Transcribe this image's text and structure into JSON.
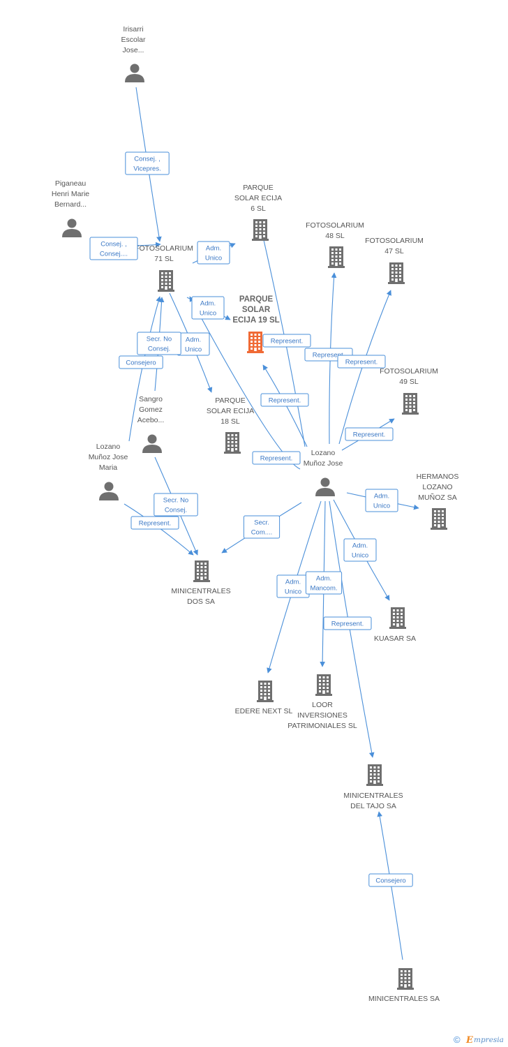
{
  "colors": {
    "edge": "#4a8fd9",
    "building": "#6f6f6f",
    "building_highlight": "#f06a35",
    "person": "#6f6f6f",
    "label": "#555555",
    "rel_text": "#3b78c5"
  },
  "nodes": [
    {
      "id": "irisarri",
      "kind": "person",
      "label_lines": [
        "Irisarri",
        "Escolar",
        "Jose..."
      ]
    },
    {
      "id": "piganeau",
      "kind": "person",
      "label_lines": [
        "Piganeau",
        "Henri Marie",
        "Bernard..."
      ]
    },
    {
      "id": "foto71",
      "kind": "company",
      "label_lines": [
        "FOTOSOLARIUM",
        "71 SL"
      ]
    },
    {
      "id": "parque6",
      "kind": "company",
      "label_lines": [
        "PARQUE",
        "SOLAR ECIJA",
        "6 SL"
      ]
    },
    {
      "id": "foto48",
      "kind": "company",
      "label_lines": [
        "FOTOSOLARIUM",
        "48 SL"
      ]
    },
    {
      "id": "foto47",
      "kind": "company",
      "label_lines": [
        "FOTOSOLARIUM",
        "47 SL"
      ]
    },
    {
      "id": "parque19",
      "kind": "company",
      "highlight": true,
      "label_lines": [
        "PARQUE",
        "SOLAR",
        "ECIJA 19 SL"
      ]
    },
    {
      "id": "foto49",
      "kind": "company",
      "label_lines": [
        "FOTOSOLARIUM",
        "49 SL"
      ]
    },
    {
      "id": "sangro",
      "kind": "person",
      "label_lines": [
        "Sangro",
        "Gomez",
        "Acebo..."
      ]
    },
    {
      "id": "parque18",
      "kind": "company",
      "label_lines": [
        "PARQUE",
        "SOLAR ECIJA",
        "18 SL"
      ]
    },
    {
      "id": "lozanoMaria",
      "kind": "person",
      "label_lines": [
        "Lozano",
        "Muñoz Jose",
        "Maria"
      ]
    },
    {
      "id": "lozanoJose",
      "kind": "person",
      "label_lines": [
        "Lozano",
        "Muñoz Jose"
      ]
    },
    {
      "id": "hermanos",
      "kind": "company",
      "label_lines": [
        "HERMANOS",
        "LOZANO",
        "MUÑOZ SA"
      ]
    },
    {
      "id": "minidos",
      "kind": "company",
      "label_lines": [
        "MINICENTRALES",
        "DOS SA"
      ]
    },
    {
      "id": "kuasar",
      "kind": "company",
      "label_lines": [
        "KUASAR SA"
      ]
    },
    {
      "id": "edere",
      "kind": "company",
      "label_lines": [
        "EDERE NEXT SL"
      ]
    },
    {
      "id": "loor",
      "kind": "company",
      "label_lines": [
        "LOOR",
        "INVERSIONES",
        "PATRIMONIALES SL"
      ]
    },
    {
      "id": "minitajo",
      "kind": "company",
      "label_lines": [
        "MINICENTRALES",
        "DEL TAJO SA"
      ]
    },
    {
      "id": "minisa",
      "kind": "company",
      "label_lines": [
        "MINICENTRALES SA"
      ]
    }
  ],
  "relations": [
    {
      "from": "irisarri",
      "to": "foto71",
      "label_lines": [
        "Consej. ,",
        "Vicepres."
      ]
    },
    {
      "from": "piganeau",
      "to": "foto71",
      "label_lines": [
        "Consej. ,",
        "Consej...."
      ]
    },
    {
      "from": "foto71",
      "to": "parque6",
      "label_lines": [
        "Adm.",
        "Unico"
      ]
    },
    {
      "from": "foto71",
      "to": "parque19",
      "label_lines": [
        "Adm.",
        "Unico"
      ]
    },
    {
      "from": "foto71",
      "to": "parque18",
      "label_lines": [
        "Adm.",
        "Unico"
      ]
    },
    {
      "from": "sangro",
      "to": "foto71",
      "label_lines": [
        "Secr.  No",
        "Consej."
      ]
    },
    {
      "from": "lozanoMaria",
      "to": "foto71",
      "label_lines": [
        "Consejero"
      ]
    },
    {
      "from": "lozanoJose",
      "to": "parque6",
      "label_lines": [
        "Represent."
      ]
    },
    {
      "from": "lozanoJose",
      "to": "foto48",
      "label_lines": [
        "Represent."
      ]
    },
    {
      "from": "lozanoJose",
      "to": "foto47",
      "label_lines": [
        "Represent."
      ]
    },
    {
      "from": "lozanoJose",
      "to": "parque19",
      "label_lines": [
        "Represent."
      ]
    },
    {
      "from": "lozanoJose",
      "to": "foto49",
      "label_lines": [
        "Represent."
      ]
    },
    {
      "from": "lozanoJose",
      "to": "foto71",
      "label_lines": [
        "Represent."
      ]
    },
    {
      "from": "lozanoJose",
      "to": "hermanos",
      "label_lines": [
        "Adm.",
        "Unico"
      ]
    },
    {
      "from": "lozanoJose",
      "to": "minidos",
      "label_lines": [
        "Secr.",
        "Com...."
      ]
    },
    {
      "from": "lozanoJose",
      "to": "kuasar",
      "label_lines": [
        "Adm.",
        "Unico"
      ]
    },
    {
      "from": "lozanoJose",
      "to": "edere",
      "label_lines": [
        "Adm.",
        "Unico"
      ]
    },
    {
      "from": "lozanoJose",
      "to": "loor",
      "label_lines": [
        "Adm.",
        "Mancom."
      ]
    },
    {
      "from": "lozanoJose",
      "to": "minitajo",
      "label_lines": [
        "Represent."
      ]
    },
    {
      "from": "sangro",
      "to": "minidos",
      "label_lines": [
        "Secr.  No",
        "Consej."
      ]
    },
    {
      "from": "lozanoMaria",
      "to": "minidos",
      "label_lines": [
        "Represent."
      ]
    },
    {
      "from": "minisa",
      "to": "minitajo",
      "label_lines": [
        "Consejero"
      ]
    }
  ],
  "footer": {
    "copyright_symbol": "©",
    "brand_initial": "E",
    "brand_rest": "mpresia"
  }
}
